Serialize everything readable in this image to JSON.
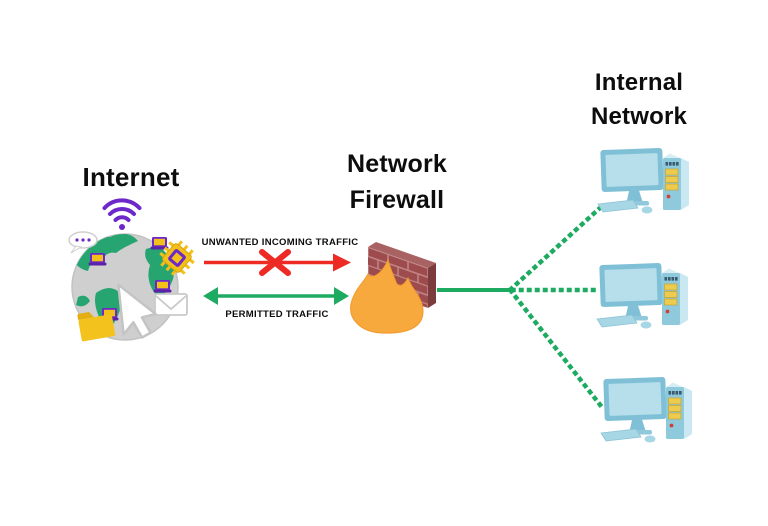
{
  "internet": {
    "title": "Internet",
    "icon": "globe-with-connected-devices-icon"
  },
  "firewall": {
    "title_line1": "Network",
    "title_line2": "Firewall",
    "icon": "brick-wall-with-flame-icon"
  },
  "internal_network": {
    "title_line1": "Internal",
    "title_line2": "Network",
    "computer_count": "3",
    "icon": "desktop-computer-icon"
  },
  "flows": {
    "unwanted": {
      "label": "UNWANTED INCOMING TRAFFIC",
      "status": "blocked",
      "marker": "red-x"
    },
    "permitted": {
      "label": "PERMITTED TRAFFIC",
      "status": "allowed",
      "direction": "bidirectional"
    }
  },
  "colors": {
    "background": "#ffffff",
    "title_text": "#0d0d0d",
    "permitted_green": "#1cab61",
    "blocked_red": "#ee2a25",
    "brick_red": "#9d4b4d",
    "brick_mortar": "#c08484",
    "flame_orange": "#f8a93e",
    "computer_blue": "#8ec9dc",
    "globe_land_green": "#27a570",
    "globe_base_gray": "#cfcfcf",
    "wifi_purple": "#6d28c9",
    "device_yellow": "#f2c018",
    "folder_yellow": "#f4c21c"
  }
}
